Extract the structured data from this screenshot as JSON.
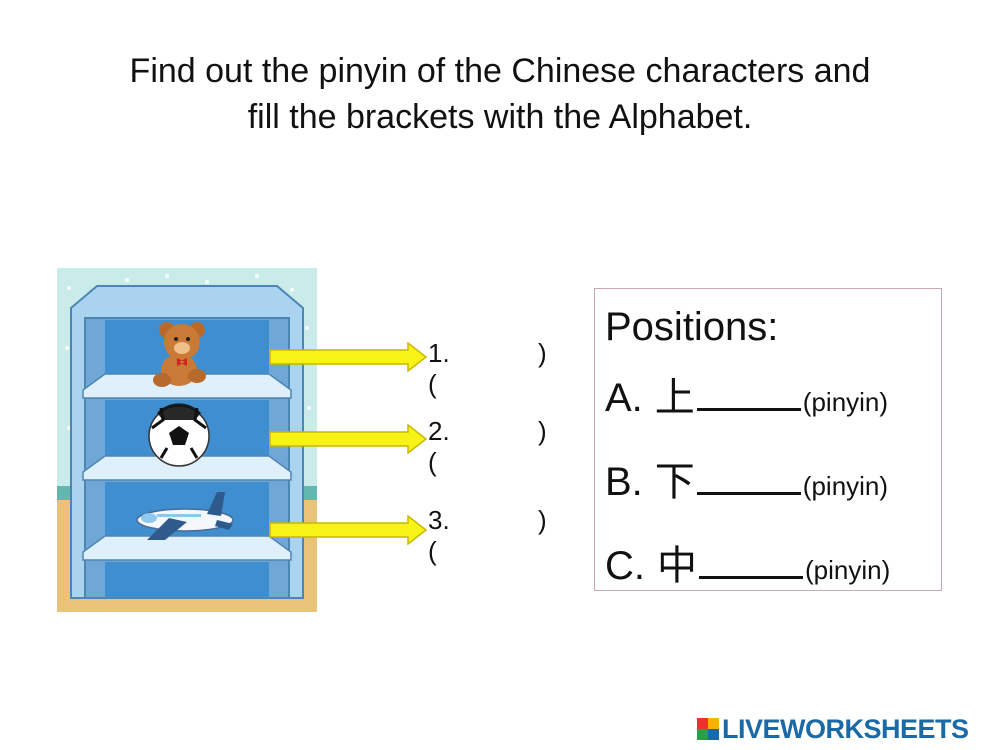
{
  "instructions": {
    "line1": "Find out the pinyin of the Chinese characters and",
    "line2": "fill the brackets with the Alphabet."
  },
  "answers": [
    {
      "number": "1.(",
      "close": ")"
    },
    {
      "number": "2.(",
      "close": ")"
    },
    {
      "number": "3.(",
      "close": ")"
    }
  ],
  "positions": {
    "title": "Positions:",
    "options": [
      {
        "letter": "A.",
        "character": "上",
        "hint": "(pinyin)"
      },
      {
        "letter": "B.",
        "character": "下",
        "hint": "(pinyin)"
      },
      {
        "letter": "C.",
        "character": "中",
        "hint": "(pinyin)"
      }
    ]
  },
  "branding": {
    "logo_text": "LIVEWORKSHEETS"
  },
  "colors": {
    "arrow_fill": "#f7f317",
    "arrow_stroke": "#c9b800",
    "box_border": "#c9a9b4",
    "logo_blue": "#1b6aa8"
  }
}
